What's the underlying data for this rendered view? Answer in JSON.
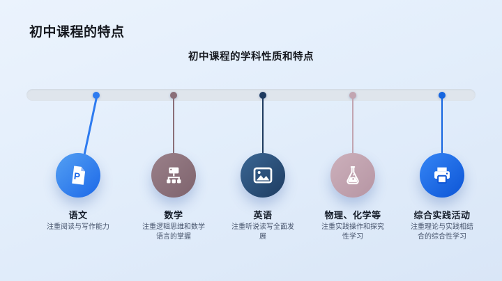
{
  "header": {
    "title": "初中课程的特点",
    "subtitle": "初中课程的学科性质和特点"
  },
  "timeline": {
    "bar_color": "#dfe5ec",
    "background_color": "#e3eefb"
  },
  "items": [
    {
      "title": "语文",
      "desc": "注重阅读与写作能力",
      "icon": "document-p-icon",
      "color": "#54a0f3",
      "color_dark": "#1c68e8",
      "dot_color": "#2e7bf0"
    },
    {
      "title": "数学",
      "desc": "注重逻辑思维和数学语言的掌握",
      "icon": "sitemap-icon",
      "color": "#9a8089",
      "color_dark": "#7e636d",
      "dot_color": "#8a6e78"
    },
    {
      "title": "英语",
      "desc": "注重听说读写全面发展",
      "icon": "image-icon",
      "color": "#3a6694",
      "color_dark": "#1e3c61",
      "dot_color": "#1e3a5f"
    },
    {
      "title": "物理、化学等",
      "desc": "注重实践操作和探究性学习",
      "icon": "flask-icon",
      "color": "#ccb0bb",
      "color_dark": "#b695a3",
      "dot_color": "#c2a5b1"
    },
    {
      "title": "综合实践活动",
      "desc": "注重理论与实践相结合的综合性学习",
      "icon": "printer-icon",
      "color": "#3585f5",
      "color_dark": "#0d55d6",
      "dot_color": "#1565e0"
    }
  ]
}
